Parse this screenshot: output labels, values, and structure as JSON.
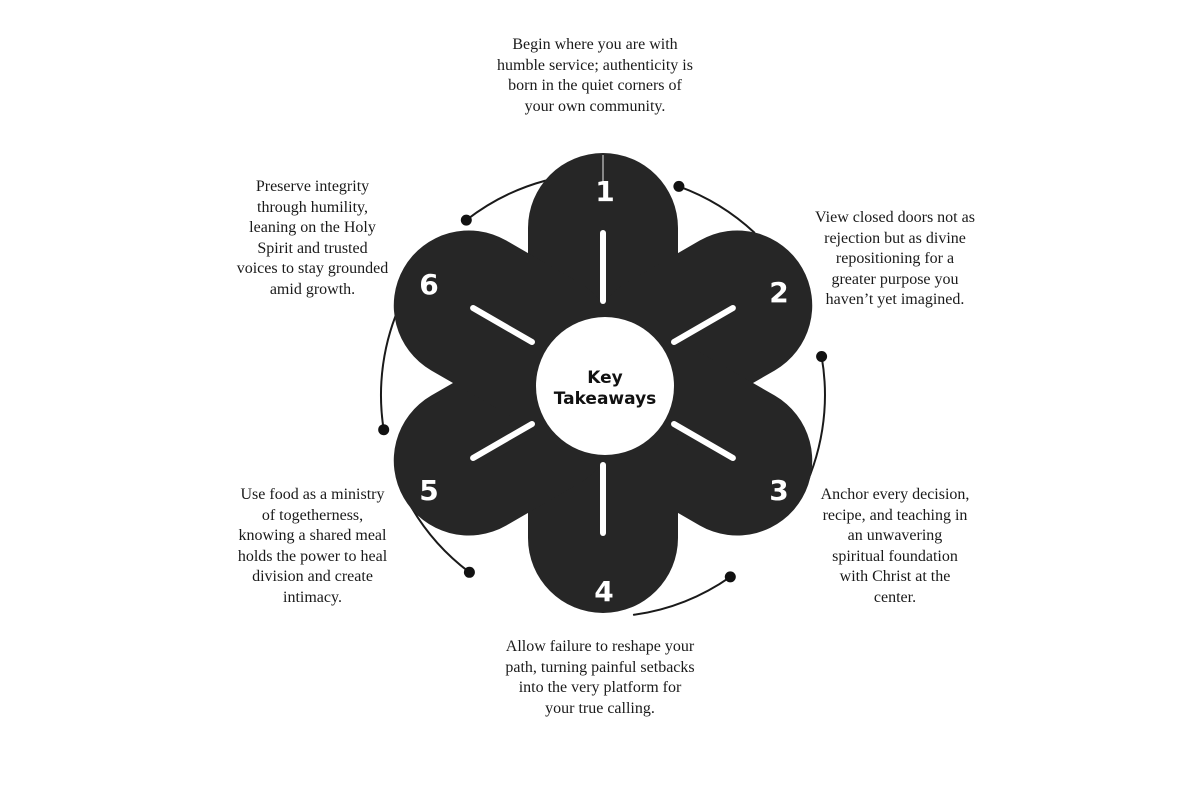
{
  "center": {
    "line1": "Key",
    "line2": "Takeaways"
  },
  "colors": {
    "petal": "#262626",
    "background": "#ffffff",
    "text": "#1a1a1a",
    "accent": "#ffffff"
  },
  "takeaways": [
    {
      "number": "1",
      "text": "Begin where you are with humble service; authenticity is born in the quiet corners of your own community."
    },
    {
      "number": "2",
      "text": "View closed doors not as rejection but as divine repositioning for a greater purpose you haven’t yet imagined."
    },
    {
      "number": "3",
      "text": "Anchor every decision, recipe, and teaching in an unwavering spiritual foundation with Christ at the center."
    },
    {
      "number": "4",
      "text": "Allow failure to reshape your path, turning painful setbacks into the very platform for your true calling."
    },
    {
      "number": "5",
      "text": "Use food as a ministry of togetherness, knowing a shared meal holds the power to heal division and create intimacy."
    },
    {
      "number": "6",
      "text": "Preserve integrity through humility, leaning on the Holy Spirit and trusted voices to stay grounded amid growth."
    }
  ]
}
